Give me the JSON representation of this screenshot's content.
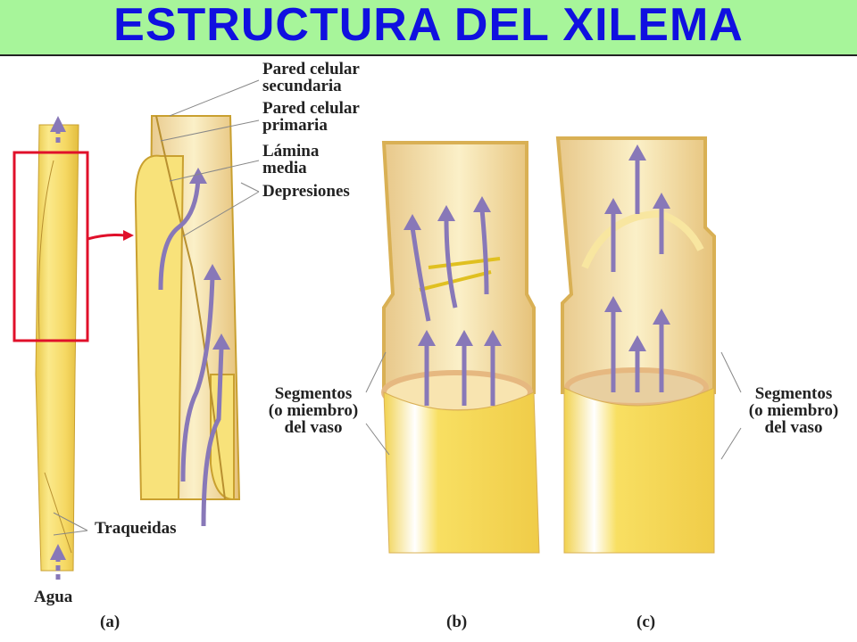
{
  "title": "ESTRUCTURA DEL XILEMA",
  "colors": {
    "header_bg": "#a7f59a",
    "title": "#1010e0",
    "tissue": "#f5dc6a",
    "wall": "#f2c89a",
    "arrow": "#8878b8",
    "highlight_box": "#e0102a"
  },
  "labels": {
    "pared_secundaria": [
      "Pared celular",
      "secundaria"
    ],
    "pared_primaria": [
      "Pared celular",
      "primaria"
    ],
    "lamina_media": [
      "Lámina",
      "media"
    ],
    "depresiones": "Depresiones",
    "segmentos_b": [
      "Segmentos",
      "(o miembro)",
      "del vaso"
    ],
    "segmentos_c": [
      "Segmentos",
      "(o miembro)",
      "del vaso"
    ],
    "traqueidas": "Traqueidas",
    "agua": "Agua"
  },
  "panels": [
    "(a)",
    "(b)",
    "(c)"
  ],
  "icons": {
    "flow_arrow": "water-flow-arrow-icon",
    "zoom_arrow": "magnify-arrow-icon"
  }
}
